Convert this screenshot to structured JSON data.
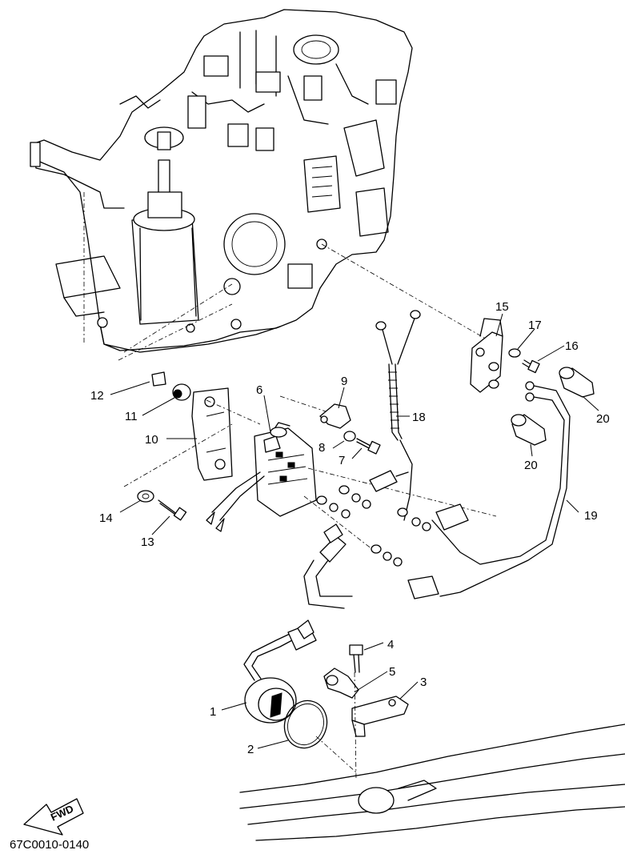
{
  "callouts": [
    {
      "id": "1",
      "label": "1"
    },
    {
      "id": "2",
      "label": "2"
    },
    {
      "id": "3",
      "label": "3"
    },
    {
      "id": "4",
      "label": "4"
    },
    {
      "id": "5",
      "label": "5"
    },
    {
      "id": "6",
      "label": "6"
    },
    {
      "id": "7",
      "label": "7"
    },
    {
      "id": "8",
      "label": "8"
    },
    {
      "id": "9",
      "label": "9"
    },
    {
      "id": "10",
      "label": "10"
    },
    {
      "id": "11",
      "label": "11"
    },
    {
      "id": "12",
      "label": "12"
    },
    {
      "id": "13",
      "label": "13"
    },
    {
      "id": "14",
      "label": "14"
    },
    {
      "id": "15",
      "label": "15"
    },
    {
      "id": "16",
      "label": "16"
    },
    {
      "id": "17",
      "label": "17"
    },
    {
      "id": "18",
      "label": "18"
    },
    {
      "id": "19",
      "label": "19"
    },
    {
      "id": "20a",
      "label": "20"
    },
    {
      "id": "20b",
      "label": "20"
    }
  ],
  "fwd_badge": "FWD",
  "diagram_code": "67C0010-0140"
}
